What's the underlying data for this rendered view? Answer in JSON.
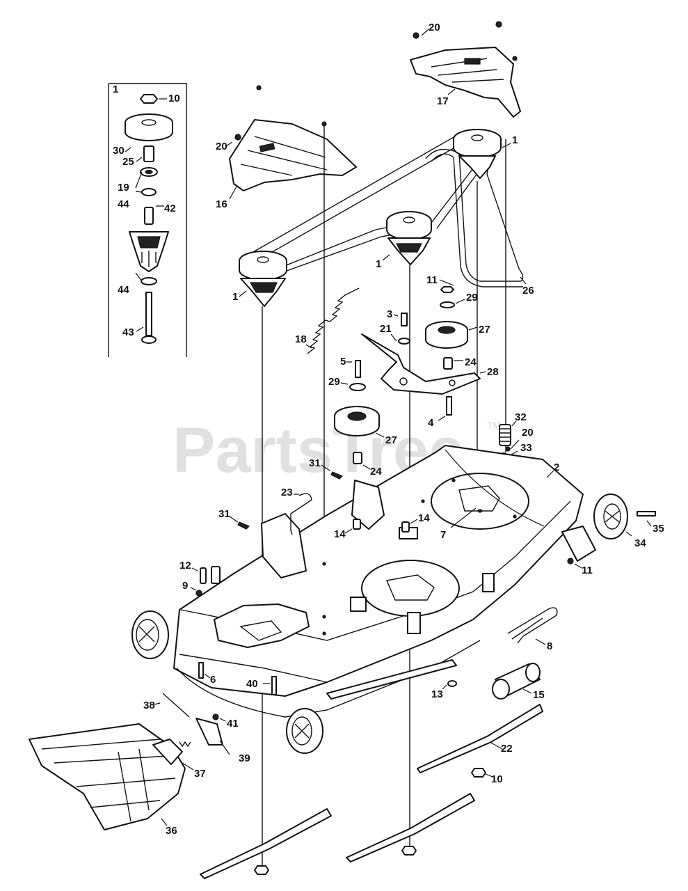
{
  "watermark": {
    "text": "PartsTree",
    "mark": "TM"
  },
  "inset": {
    "assembly_number": "1"
  },
  "callouts": {
    "c1_inset_10": "10",
    "c_inset_30": "30",
    "c_inset_25": "25",
    "c_inset_19": "19",
    "c_inset_44a": "44",
    "c_inset_42": "42",
    "c_inset_44b": "44",
    "c_inset_43": "43",
    "c20_top": "20",
    "c17": "17",
    "c20_left": "20",
    "c16": "16",
    "c1_right": "1",
    "c1_mid": "1",
    "c1_left": "1",
    "c26": "26",
    "c11_top": "11",
    "c29_top": "29",
    "c3": "3",
    "c21": "21",
    "c27_top": "27",
    "c18": "18",
    "c24_top": "24",
    "c5": "5",
    "c28": "28",
    "c29_mid": "29",
    "c4": "4",
    "c32": "32",
    "c20_right": "20",
    "c27_mid": "27",
    "c33": "33",
    "c31_top": "31",
    "c24_mid": "24",
    "c2": "2",
    "c23": "23",
    "c31_left": "31",
    "c14_right": "14",
    "c7": "7",
    "c35": "35",
    "c14_left": "14",
    "c12": "12",
    "c34": "34",
    "c11_right": "11",
    "c9": "9",
    "c8": "8",
    "c6": "6",
    "c40": "40",
    "c13": "13",
    "c15": "15",
    "c38": "38",
    "c41": "41",
    "c39": "39",
    "c22": "22",
    "c37": "37",
    "c10_bottom": "10",
    "c36": "36"
  }
}
